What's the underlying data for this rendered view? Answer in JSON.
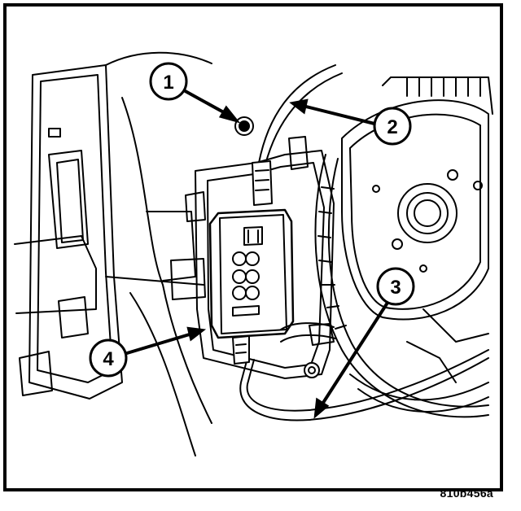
{
  "figure": {
    "figure_id": "810b456a",
    "callouts": [
      {
        "number": "1"
      },
      {
        "number": "2"
      },
      {
        "number": "3"
      },
      {
        "number": "4"
      }
    ]
  }
}
